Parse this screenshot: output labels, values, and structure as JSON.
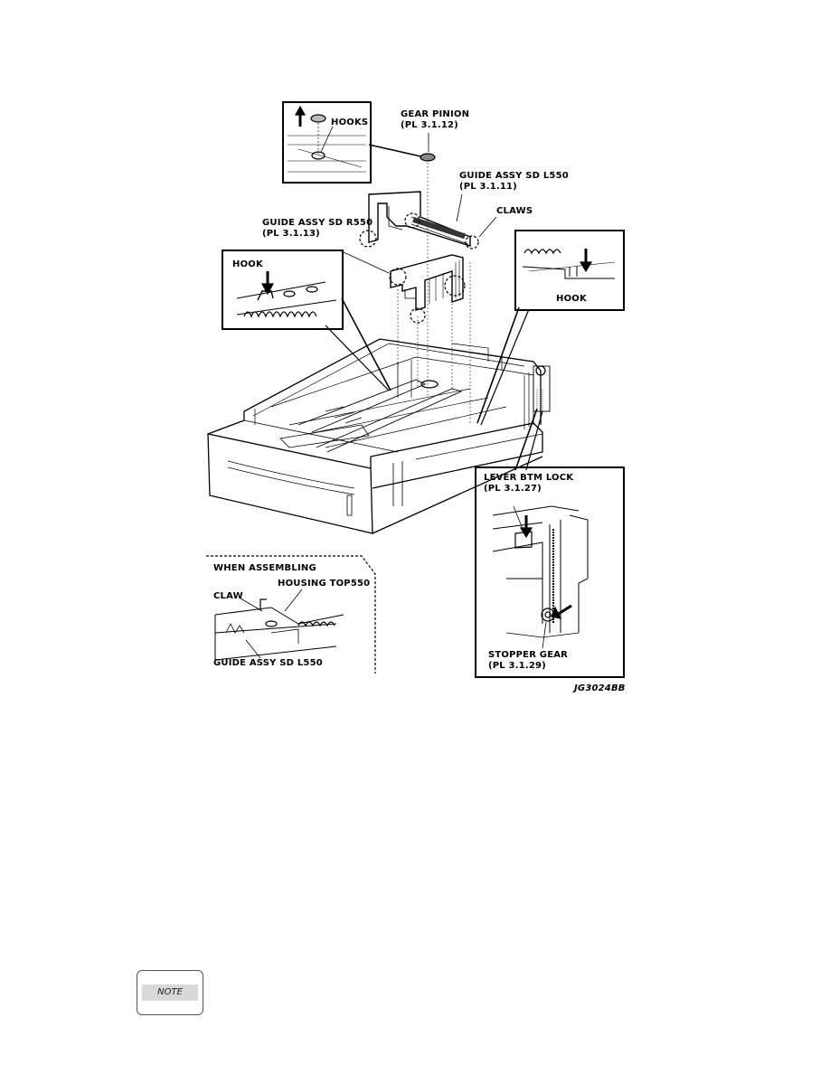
{
  "figure": {
    "code": "JG3024BB",
    "labels": {
      "hooks_top": "HOOKS",
      "gear_pinion": "GEAR PINION",
      "gear_pinion_pl": "(PL 3.1.12)",
      "guide_l550": "GUIDE ASSY SD L550",
      "guide_l550_pl": "(PL 3.1.11)",
      "claws": "CLAWS",
      "guide_r550": "GUIDE ASSY SD R550",
      "guide_r550_pl": "(PL 3.1.13)",
      "hook_left": "HOOK",
      "hook_right": "HOOK",
      "lever_btm_lock": "LEVER BTM LOCK",
      "lever_btm_lock_pl": "(PL 3.1.27)",
      "stopper_gear": "STOPPER GEAR",
      "stopper_gear_pl": "(PL 3.1.29)",
      "when_assembling": "WHEN ASSEMBLING",
      "housing_top550": "HOUSING TOP550",
      "claw": "CLAW",
      "guide_l550_assembling": "GUIDE ASSY SD L550"
    }
  },
  "note": {
    "label": "NOTE"
  }
}
